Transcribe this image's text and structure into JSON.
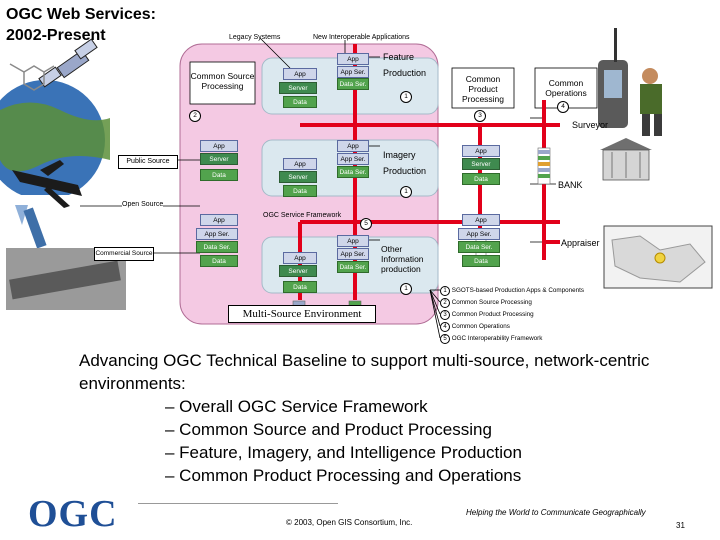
{
  "title": {
    "line1": "OGC Web Services:",
    "line2": "2002-Present"
  },
  "headers": {
    "legacy": "Legacy Systems",
    "interop": "New Interoperable Applications"
  },
  "left_labels": {
    "common_source": "Common Source Processing",
    "public_source": "Public Source",
    "open_source": "Open Source",
    "commercial_source": "Commercial Source"
  },
  "right_labels": {
    "feature": "Feature",
    "production": "Production",
    "imagery": "Imagery",
    "production2": "Production",
    "other_info": "Other Information production",
    "common_product": "Common Product Processing",
    "common_operations": "Common Operations",
    "surveyor": "Surveyor",
    "bank": "BANK",
    "appraiser": "Appraiser",
    "framework": "OGC Service Framework",
    "multi_source": "Multi-Source Environment"
  },
  "box_labels": {
    "app": "App",
    "app_ser": "App Ser.",
    "data_ser": "Data Ser.",
    "server": "Server",
    "data": "Data"
  },
  "numbers": {
    "n1": "1",
    "n2": "2",
    "n3": "3",
    "n4": "4",
    "n5": "5"
  },
  "legend": [
    {
      "num": "1",
      "text": "SGOTS-based Production Apps & Components"
    },
    {
      "num": "2",
      "text": "Common Source Processing"
    },
    {
      "num": "3",
      "text": "Common Product Processing"
    },
    {
      "num": "4",
      "text": "Common Operations"
    },
    {
      "num": "5",
      "text": "OGC Interoperability Framework"
    }
  ],
  "bullets": {
    "intro": "Advancing OGC Technical Baseline to support multi-source, network-centric environments:",
    "items": [
      "– Overall OGC Service Framework",
      "– Common Source and Product Processing",
      "– Feature, Imagery, and Intelligence Production",
      "– Common Product Processing and Operations"
    ]
  },
  "footer": {
    "logo": "OGC",
    "copyright": "© 2003, Open GIS Consortium, Inc.",
    "tagline": "Helping the World to Communicate Geographically",
    "page": "31"
  },
  "colors": {
    "accent_red": "#e2001a",
    "panel_outer": "#f4c9e3",
    "panel_inner": "#dbe8ef",
    "logo_blue": "#1f4f96"
  }
}
